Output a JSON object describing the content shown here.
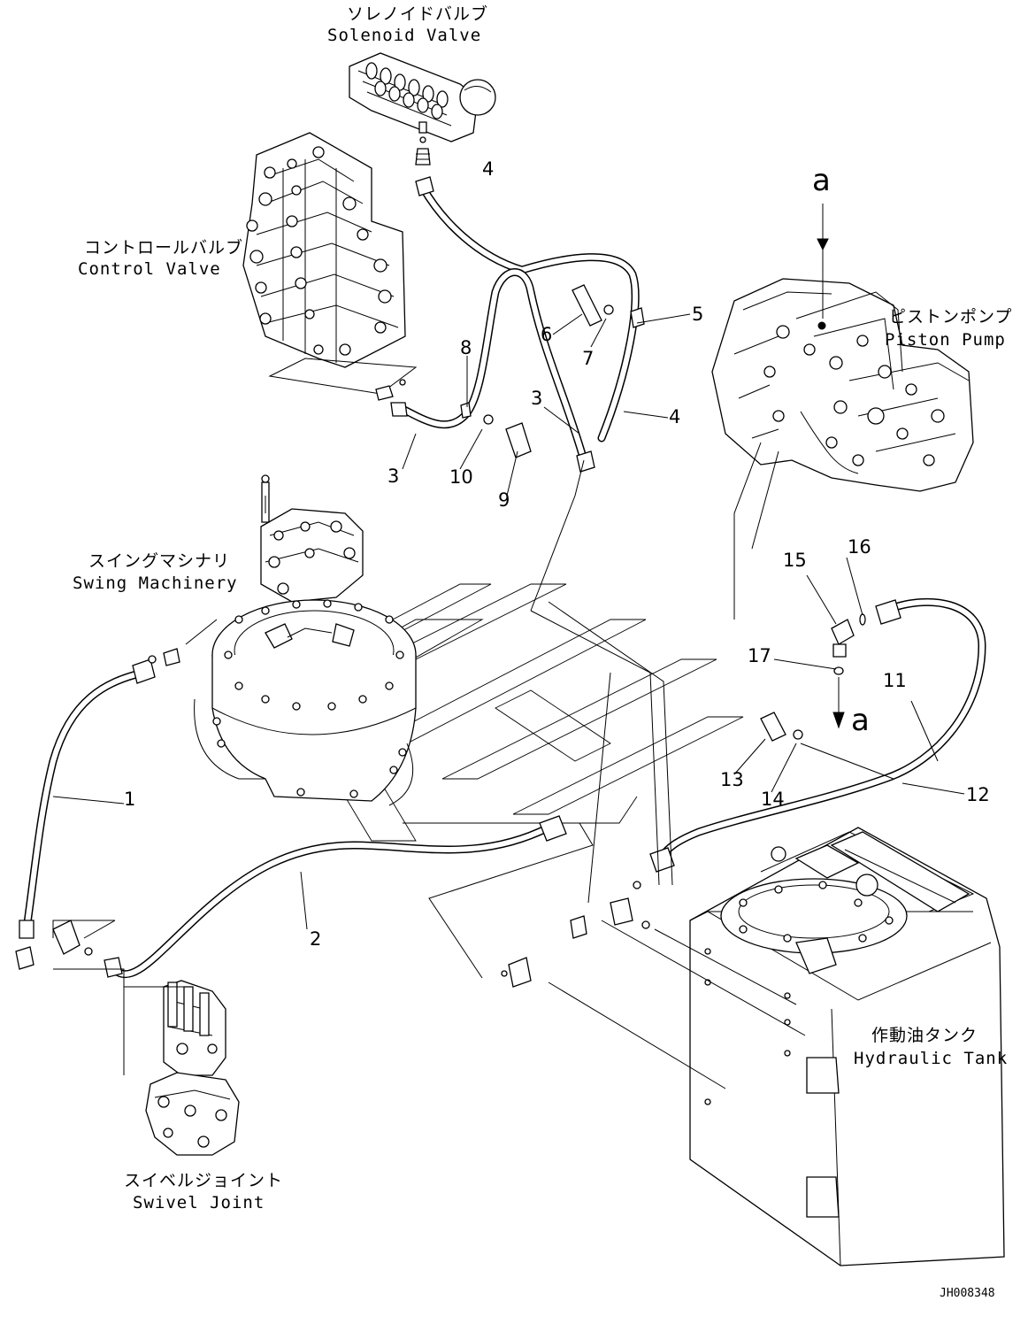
{
  "components": {
    "solenoid_valve": {
      "jp": "ソレノイドバルブ",
      "en": "Solenoid Valve"
    },
    "control_valve": {
      "jp": "コントロールバルブ",
      "en": "Control Valve"
    },
    "piston_pump": {
      "jp": "ピストンポンプ",
      "en": "Piston Pump"
    },
    "swing_machinery": {
      "jp": "スイングマシナリ",
      "en": "Swing Machinery"
    },
    "swivel_joint": {
      "jp": "スイベルジョイント",
      "en": "Swivel Joint"
    },
    "hydraulic_tank": {
      "jp": "作動油タンク",
      "en": "Hydraulic Tank"
    }
  },
  "callouts": {
    "c1": "1",
    "c2": "2",
    "c3a": "3",
    "c3b": "3",
    "c4a": "4",
    "c4b": "4",
    "c5": "5",
    "c6": "6",
    "c7": "7",
    "c8": "8",
    "c9": "9",
    "c10": "10",
    "c11": "11",
    "c12": "12",
    "c13": "13",
    "c14": "14",
    "c15": "15",
    "c16": "16",
    "c17": "17"
  },
  "view_arrows": {
    "top": "a",
    "bottom": "a"
  },
  "drawing_number": "JH008348"
}
